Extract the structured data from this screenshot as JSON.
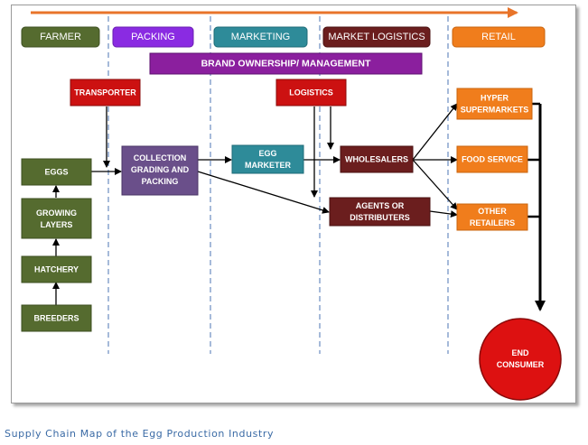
{
  "colors": {
    "farmer": "#556b2f",
    "packing": "#8a2be2",
    "marketing": "#2e8b99",
    "logistics": "#6b1e1e",
    "retail": "#f07d1c",
    "brand": "#8b1f9e",
    "transport": "#cc1111",
    "collection": "#6a4f8a",
    "consumer": "#dd1111",
    "orange_arrow": "#e8742a"
  },
  "columns": [
    {
      "label": "FARMER",
      "color_key": "farmer"
    },
    {
      "label": "PACKING",
      "color_key": "packing"
    },
    {
      "label": "MARKETING",
      "color_key": "marketing"
    },
    {
      "label": "MARKET LOGISTICS",
      "color_key": "logistics"
    },
    {
      "label": "RETAIL",
      "color_key": "retail"
    }
  ],
  "banner": {
    "label": "BRAND OWNERSHIP/ MANAGEMENT"
  },
  "nodes": {
    "transporter": [
      "TRANSPORTER"
    ],
    "logistics": [
      "LOGISTICS"
    ],
    "eggs": [
      "EGGS"
    ],
    "growing_layers": [
      "GROWING",
      "LAYERS"
    ],
    "hatchery": [
      "HATCHERY"
    ],
    "breeders": [
      "BREEDERS"
    ],
    "collection": [
      "COLLECTION",
      "GRADING AND",
      "PACKING"
    ],
    "egg_marketer": [
      "EGG",
      "MARKETER"
    ],
    "wholesalers": [
      "WHOLESALERS"
    ],
    "agents": [
      "AGENTS OR",
      "DISTRIBUTERS"
    ],
    "hyper": [
      "HYPER",
      "SUPERMARKETS"
    ],
    "food_service": [
      "FOOD SERVICE"
    ],
    "other_retailers": [
      "OTHER",
      "RETAILERS"
    ],
    "end_consumer": [
      "END",
      "CONSUMER"
    ]
  },
  "caption": "Supply Chain Map of the Egg Production  Industry"
}
